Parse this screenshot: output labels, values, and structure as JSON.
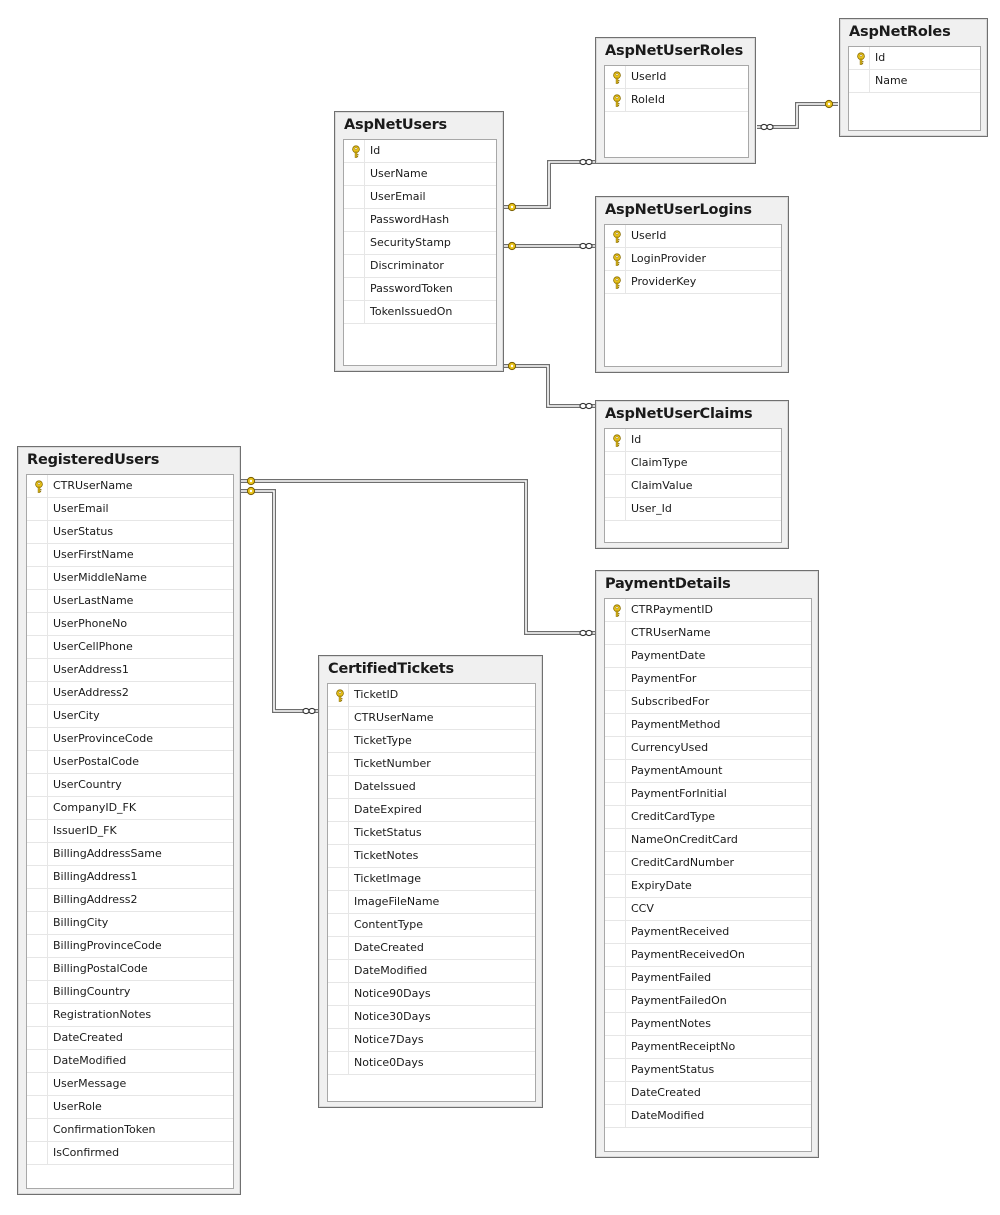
{
  "tables": [
    {
      "id": "AspNetUsers",
      "name": "AspNetUsers",
      "columns": [
        {
          "name": "Id",
          "pk": true
        },
        {
          "name": "UserName"
        },
        {
          "name": "UserEmail"
        },
        {
          "name": "PasswordHash"
        },
        {
          "name": "SecurityStamp"
        },
        {
          "name": "Discriminator"
        },
        {
          "name": "PasswordToken"
        },
        {
          "name": "TokenIssuedOn"
        }
      ]
    },
    {
      "id": "AspNetUserRoles",
      "name": "AspNetUserRoles",
      "columns": [
        {
          "name": "UserId",
          "pk": true
        },
        {
          "name": "RoleId",
          "pk": true
        }
      ]
    },
    {
      "id": "AspNetRoles",
      "name": "AspNetRoles",
      "columns": [
        {
          "name": "Id",
          "pk": true
        },
        {
          "name": "Name"
        }
      ]
    },
    {
      "id": "AspNetUserLogins",
      "name": "AspNetUserLogins",
      "columns": [
        {
          "name": "UserId",
          "pk": true
        },
        {
          "name": "LoginProvider",
          "pk": true
        },
        {
          "name": "ProviderKey",
          "pk": true
        }
      ]
    },
    {
      "id": "AspNetUserClaims",
      "name": "AspNetUserClaims",
      "columns": [
        {
          "name": "Id",
          "pk": true
        },
        {
          "name": "ClaimType"
        },
        {
          "name": "ClaimValue"
        },
        {
          "name": "User_Id"
        }
      ]
    },
    {
      "id": "RegisteredUsers",
      "name": "RegisteredUsers",
      "columns": [
        {
          "name": "CTRUserName",
          "pk": true
        },
        {
          "name": "UserEmail"
        },
        {
          "name": "UserStatus"
        },
        {
          "name": "UserFirstName"
        },
        {
          "name": "UserMiddleName"
        },
        {
          "name": "UserLastName"
        },
        {
          "name": "UserPhoneNo"
        },
        {
          "name": "UserCellPhone"
        },
        {
          "name": "UserAddress1"
        },
        {
          "name": "UserAddress2"
        },
        {
          "name": "UserCity"
        },
        {
          "name": "UserProvinceCode"
        },
        {
          "name": "UserPostalCode"
        },
        {
          "name": "UserCountry"
        },
        {
          "name": "CompanyID_FK"
        },
        {
          "name": "IssuerID_FK"
        },
        {
          "name": "BillingAddressSame"
        },
        {
          "name": "BillingAddress1"
        },
        {
          "name": "BillingAddress2"
        },
        {
          "name": "BillingCity"
        },
        {
          "name": "BillingProvinceCode"
        },
        {
          "name": "BillingPostalCode"
        },
        {
          "name": "BillingCountry"
        },
        {
          "name": "RegistrationNotes"
        },
        {
          "name": "DateCreated"
        },
        {
          "name": "DateModified"
        },
        {
          "name": "UserMessage"
        },
        {
          "name": "UserRole"
        },
        {
          "name": "ConfirmationToken"
        },
        {
          "name": "IsConfirmed"
        }
      ]
    },
    {
      "id": "CertifiedTickets",
      "name": "CertifiedTickets",
      "columns": [
        {
          "name": "TicketID",
          "pk": true
        },
        {
          "name": "CTRUserName"
        },
        {
          "name": "TicketType"
        },
        {
          "name": "TicketNumber"
        },
        {
          "name": "DateIssued"
        },
        {
          "name": "DateExpired"
        },
        {
          "name": "TicketStatus"
        },
        {
          "name": "TicketNotes"
        },
        {
          "name": "TicketImage"
        },
        {
          "name": "ImageFileName"
        },
        {
          "name": "ContentType"
        },
        {
          "name": "DateCreated"
        },
        {
          "name": "DateModified"
        },
        {
          "name": "Notice90Days"
        },
        {
          "name": "Notice30Days"
        },
        {
          "name": "Notice7Days"
        },
        {
          "name": "Notice0Days"
        }
      ]
    },
    {
      "id": "PaymentDetails",
      "name": "PaymentDetails",
      "columns": [
        {
          "name": "CTRPaymentID",
          "pk": true
        },
        {
          "name": "CTRUserName"
        },
        {
          "name": "PaymentDate"
        },
        {
          "name": "PaymentFor"
        },
        {
          "name": "SubscribedFor"
        },
        {
          "name": "PaymentMethod"
        },
        {
          "name": "CurrencyUsed"
        },
        {
          "name": "PaymentAmount"
        },
        {
          "name": "PaymentForInitial"
        },
        {
          "name": "CreditCardType"
        },
        {
          "name": "NameOnCreditCard"
        },
        {
          "name": "CreditCardNumber"
        },
        {
          "name": "ExpiryDate"
        },
        {
          "name": "CCV"
        },
        {
          "name": "PaymentReceived"
        },
        {
          "name": "PaymentReceivedOn"
        },
        {
          "name": "PaymentFailed"
        },
        {
          "name": "PaymentFailedOn"
        },
        {
          "name": "PaymentNotes"
        },
        {
          "name": "PaymentReceiptNo"
        },
        {
          "name": "PaymentStatus"
        },
        {
          "name": "DateCreated"
        },
        {
          "name": "DateModified"
        }
      ]
    }
  ],
  "relationships": [
    {
      "id": "users-userroles",
      "from": "AspNetUsers",
      "to": "AspNetUserRoles",
      "from_end": "one",
      "to_end": "many"
    },
    {
      "id": "roles-userroles",
      "from": "AspNetRoles",
      "to": "AspNetUserRoles",
      "from_end": "one",
      "to_end": "many"
    },
    {
      "id": "users-userlogins",
      "from": "AspNetUsers",
      "to": "AspNetUserLogins",
      "from_end": "one",
      "to_end": "many"
    },
    {
      "id": "users-userclaims",
      "from": "AspNetUsers",
      "to": "AspNetUserClaims",
      "from_end": "one",
      "to_end": "many"
    },
    {
      "id": "registered-payments",
      "from": "RegisteredUsers",
      "to": "PaymentDetails",
      "from_end": "one",
      "to_end": "many"
    },
    {
      "id": "registered-tickets",
      "from": "RegisteredUsers",
      "to": "CertifiedTickets",
      "from_end": "one",
      "to_end": "many"
    }
  ],
  "colors": {
    "key_icon": "#e8c21a",
    "connector": "#6e6e6e",
    "border": "#707070",
    "frame": "#f0f0f0"
  }
}
